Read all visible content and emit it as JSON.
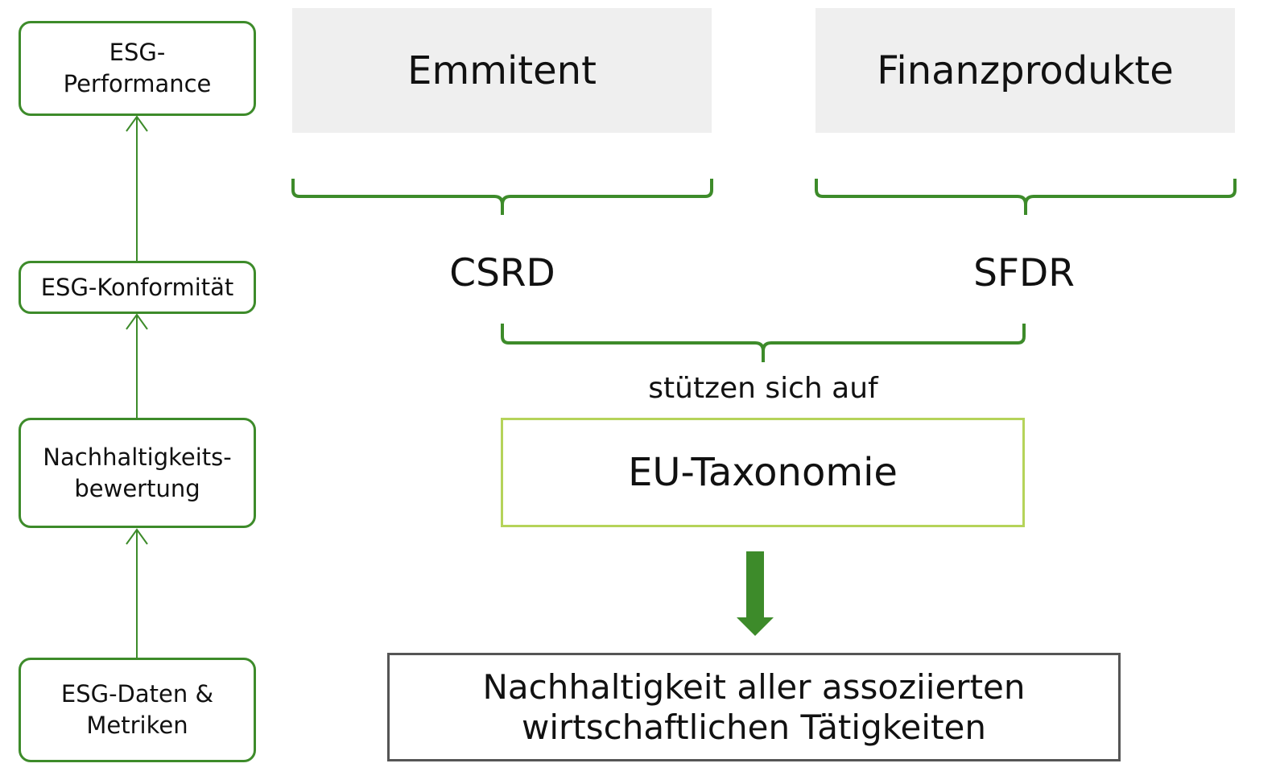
{
  "colors": {
    "accent_green": "#3d8b2a",
    "light_green": "#b5d35a",
    "arrow_green": "#3d8b2a",
    "header_gray": "#efefef",
    "result_border": "#555555"
  },
  "stages": [
    {
      "label": "ESG-\nPerformance"
    },
    {
      "label": "ESG-Konformität"
    },
    {
      "label": "Nachhaltigkeits-\nbewertung"
    },
    {
      "label": "ESG-Daten &\nMetriken"
    }
  ],
  "headers": {
    "issuer": "Emmitent",
    "products": "Finanzprodukte"
  },
  "regulations": {
    "issuer": "CSRD",
    "products": "SFDR"
  },
  "caption": "stützen sich auf",
  "taxonomy": "EU-Taxonomie",
  "result": "Nachhaltigkeit aller assoziierten\nwirtschaftlichen Tätigkeiten"
}
